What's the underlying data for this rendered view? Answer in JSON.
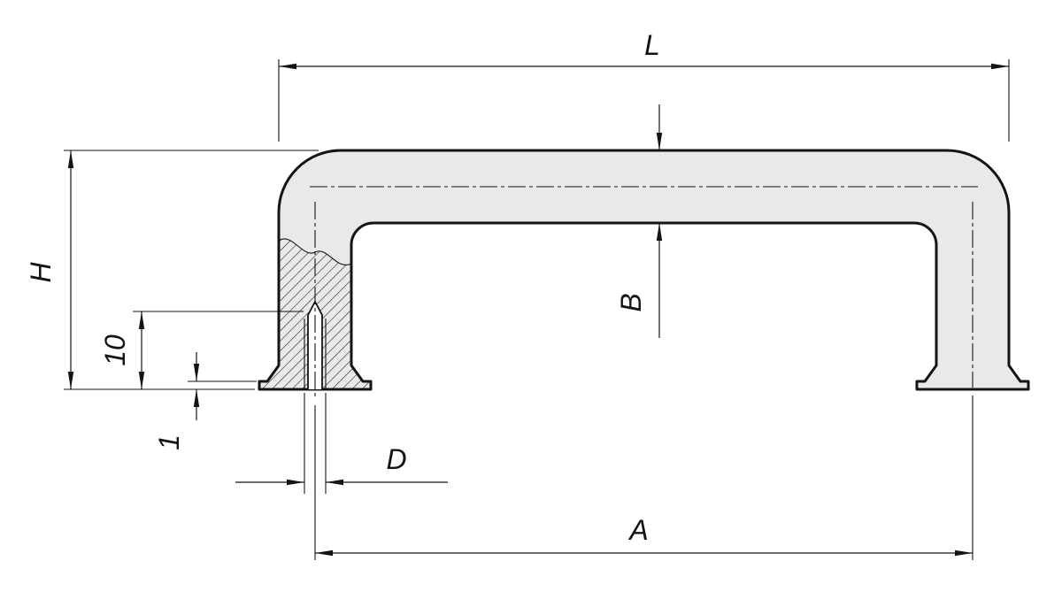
{
  "labels": {
    "L": "L",
    "H": "H",
    "depth10": "10",
    "thickness1": "1",
    "D": "D",
    "B": "B",
    "A": "A"
  },
  "colors": {
    "part_fill": "#e9e9e9",
    "line": "#141414",
    "background": "#ffffff"
  }
}
